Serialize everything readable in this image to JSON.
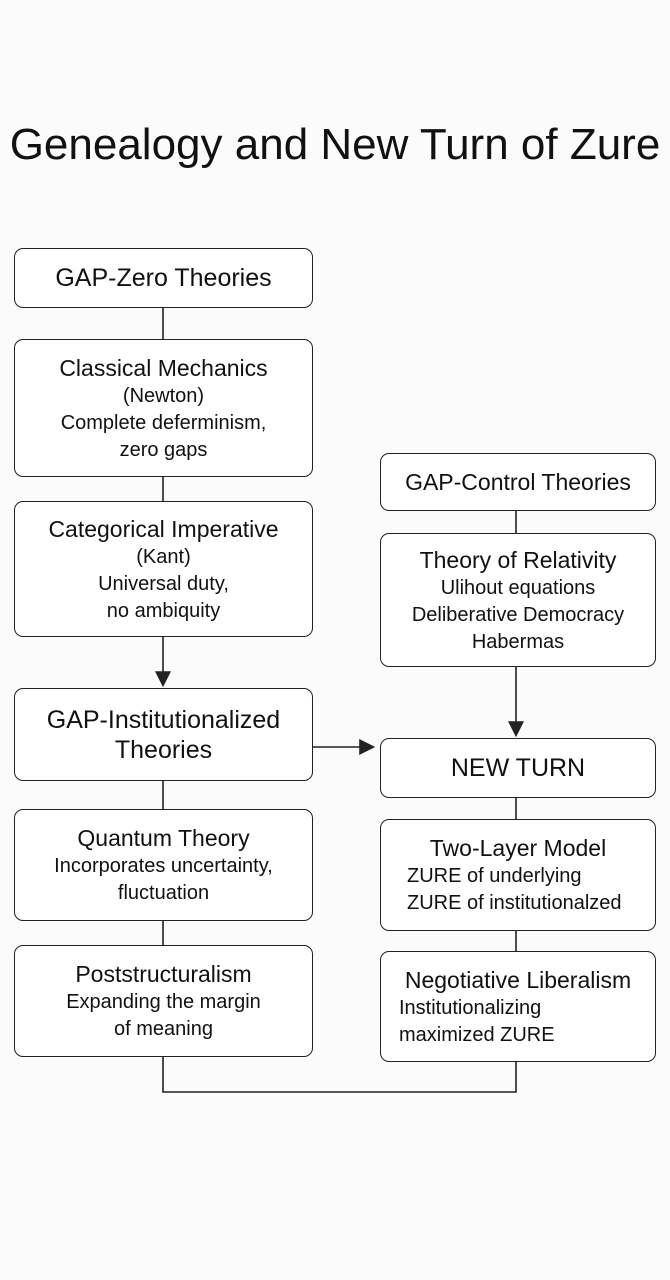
{
  "title": "Genealogy and New Turn of Zure",
  "left": {
    "gap_zero": {
      "title": "GAP-Zero Theories"
    },
    "classical": {
      "title": "Classical Mechanics",
      "lines": [
        "(Newton)",
        "Complete deferminism,",
        "zero gaps"
      ]
    },
    "categorical": {
      "title": "Categorical Imperative",
      "lines": [
        "(Kant)",
        "Universal duty,",
        "no ambiquity"
      ]
    },
    "gap_inst": {
      "title_lines": [
        "GAP-Institutionalized",
        "Theories"
      ]
    },
    "quantum": {
      "title": "Quantum Theory",
      "lines": [
        "Incorporates uncertainty,",
        "fluctuation"
      ]
    },
    "post": {
      "title": "Poststructuralism",
      "lines": [
        "Expanding the margin",
        "of meaning"
      ]
    }
  },
  "right": {
    "gap_control": {
      "title": "GAP-Control Theories"
    },
    "relativity": {
      "title": "Theory of Relativity",
      "lines": [
        "Ulihout equations",
        "Deliberative Democracy",
        "Habermas"
      ]
    },
    "new_turn": {
      "title": "NEW TURN"
    },
    "two_layer": {
      "title": "Two-Layer Model",
      "lines": [
        "ZURE of underlying",
        "ZURE of institutionalzed"
      ]
    },
    "negotiative": {
      "title": "Negotiative Liberalism",
      "lines": [
        "Institutionalizing",
        "maximized ZURE"
      ]
    }
  }
}
